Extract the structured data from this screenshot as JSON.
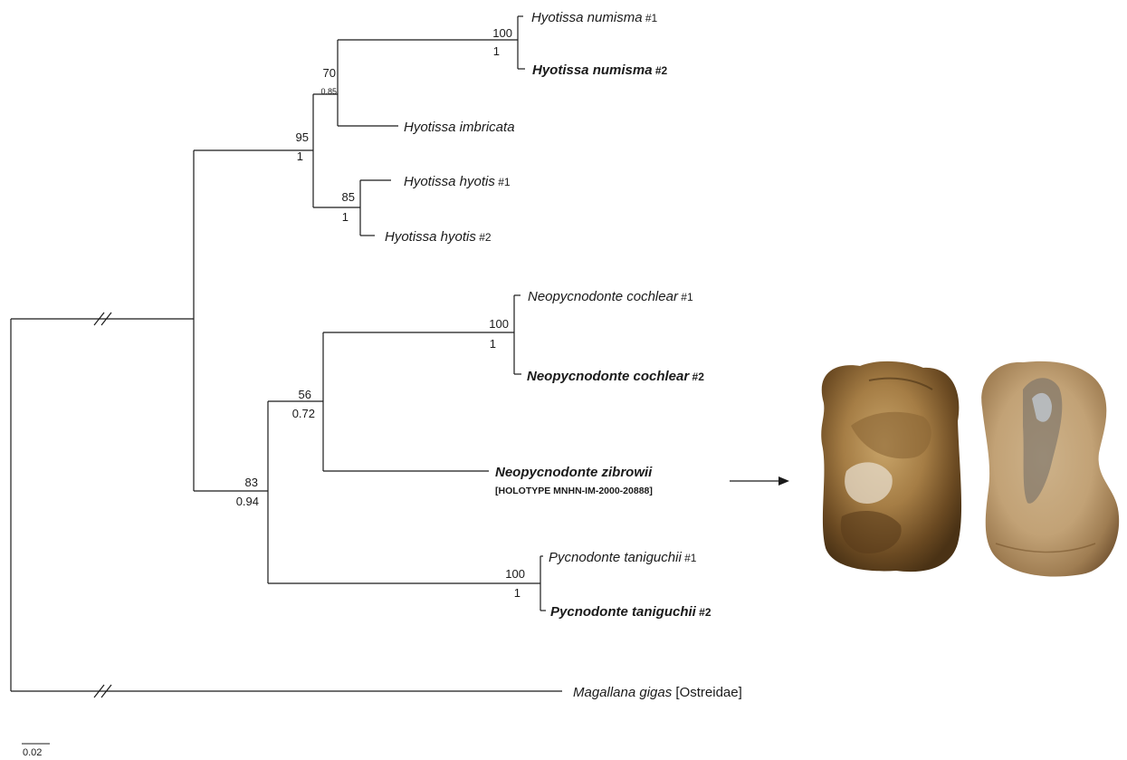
{
  "taxa": {
    "hn1": {
      "name": "Hyotissa numisma",
      "suffix": " #1"
    },
    "hn2": {
      "name": "Hyotissa numisma",
      "suffix": " #2"
    },
    "himb": {
      "name": "Hyotissa imbricata",
      "suffix": ""
    },
    "hh1": {
      "name": "Hyotissa hyotis",
      "suffix": " #1"
    },
    "hh2": {
      "name": "Hyotissa hyotis",
      "suffix": " #2"
    },
    "nc1": {
      "name": "Neopycnodonte cochlear",
      "suffix": " #1"
    },
    "nc2": {
      "name": "Neopycnodonte cochlear",
      "suffix": " #2"
    },
    "nz": {
      "name": "Neopycnodonte zibrowii",
      "suffix": "",
      "note": "[HOLOTYPE MNHN-IM-2000-20888]"
    },
    "pt1": {
      "name": "Pycnodonte taniguchii",
      "suffix": " #1"
    },
    "pt2": {
      "name": "Pycnodonte taniguchii",
      "suffix": " #2"
    },
    "mg": {
      "name": "Magallana gigas",
      "suffix": " [Ostreidae]"
    }
  },
  "supports": {
    "hn": {
      "bootstrap": "100",
      "posterior": "1"
    },
    "hn_imb": {
      "bootstrap": "70",
      "posterior": "0.85"
    },
    "hyotissa": {
      "bootstrap": "95",
      "posterior": "1"
    },
    "hh": {
      "bootstrap": "85",
      "posterior": "1"
    },
    "nc": {
      "bootstrap": "100",
      "posterior": "1"
    },
    "neo": {
      "bootstrap": "56",
      "posterior": "0.72"
    },
    "ingroup_b": {
      "bootstrap": "83",
      "posterior": "0.94"
    },
    "pt": {
      "bootstrap": "100",
      "posterior": "1"
    }
  },
  "scale_bar": {
    "label": "0.02"
  },
  "photo": {
    "description": "shell-photo",
    "colors": {
      "shell_dark": "#6b4a22",
      "shell_mid": "#a57d45",
      "shell_light": "#d9c4a0"
    }
  }
}
